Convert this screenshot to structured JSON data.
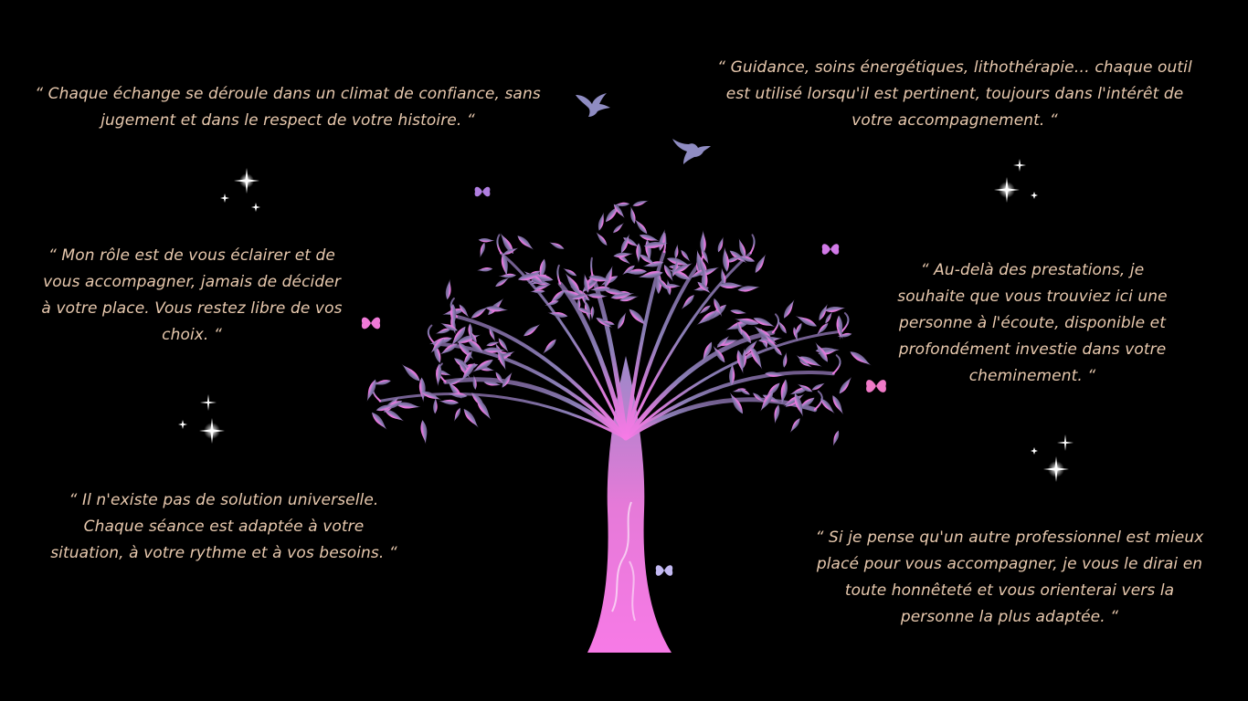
{
  "quotes": {
    "confidence": "“ Chaque échange se déroule dans un climat de confiance, sans jugement et dans le respect de votre histoire. “",
    "guidance": "“ Guidance, soins énergétiques, lithothérapie… chaque outil est utilisé lorsqu'il est pertinent, toujours dans l'intérêt de votre accompagnement. “",
    "role": "“ Mon rôle est de vous éclairer et de vous accompagner, jamais de décider à votre place. Vous restez libre de vos choix. “",
    "beyond": "“ Au-delà des prestations, je souhaite que vous trouviez ici une personne à l'écoute, disponible et profondément investie dans votre cheminement. “",
    "solution": "“ Il n'existe pas de solution universelle. Chaque séance est adaptée à votre situation, à votre rythme et à vos besoins. “",
    "referral": "“ Si je pense qu'un autre professionnel est mieux placé pour vous accompagner, je vous le dirai en toute honnêteté et vous orienterai vers la personne la plus adaptée. “"
  },
  "colors": {
    "background": "#000000",
    "text": "#e8c9ae",
    "tree_top": "#8a7fb6",
    "tree_bottom": "#f07ae0",
    "sparkle": "#ffffff"
  },
  "icons": {
    "tree": "tree-of-life-illustration",
    "bird": "dove-icon",
    "butterfly": "butterfly-icon",
    "sparkle": "sparkle-icon"
  }
}
